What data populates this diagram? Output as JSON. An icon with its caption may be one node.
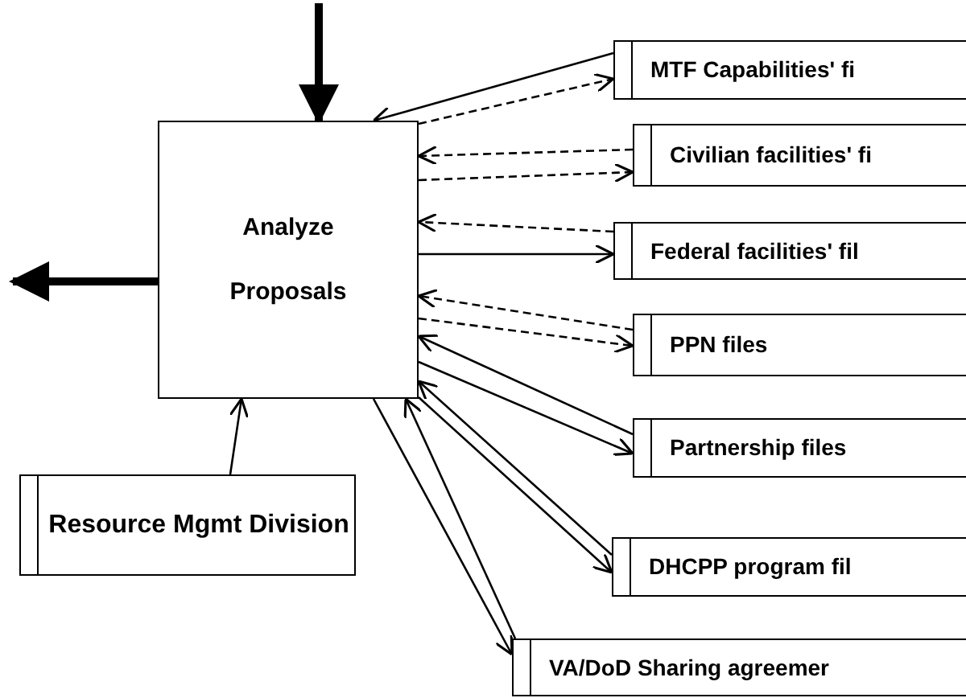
{
  "diagram": {
    "nodes": [
      {
        "text": [
          "Analyze Proposals"
        ]
      },
      {
        "text": [
          "MTF Capabilities' fi"
        ]
      },
      {
        "text": [
          "Civilian facilities' fi"
        ]
      },
      {
        "text": [
          "Federal facilities' fil"
        ]
      },
      {
        "text": [
          "PPN files"
        ]
      },
      {
        "text": [
          "Partnership files"
        ]
      },
      {
        "text": [
          "DHCPP program fil"
        ]
      },
      {
        "text": [
          "VA/DoD Sharing agreemer"
        ]
      },
      {
        "text": [
          "Resource Mgmt Division"
        ]
      }
    ],
    "edges": [
      {
        "from": null,
        "to": 0,
        "arrow": "to",
        "style": "thick"
      },
      {
        "from": 0,
        "to": null,
        "arrow": "to",
        "style": "thick"
      },
      {
        "from": 8,
        "to": 0,
        "arrow": "to"
      },
      {
        "from": 1,
        "to": 0,
        "arrow": "to"
      },
      {
        "from": 0,
        "to": 1,
        "arrow": "to",
        "style": "dashed"
      },
      {
        "from": 2,
        "to": 0,
        "arrow": "to",
        "style": "dashed"
      },
      {
        "from": 0,
        "to": 2,
        "arrow": "to",
        "style": "dashed"
      },
      {
        "from": 3,
        "to": 0,
        "arrow": "to",
        "style": "dashed"
      },
      {
        "from": 0,
        "to": 3,
        "arrow": "to"
      },
      {
        "from": 4,
        "to": 0,
        "arrow": "to",
        "style": "dashed"
      },
      {
        "from": 0,
        "to": 4,
        "arrow": "to",
        "style": "dashed"
      },
      {
        "from": 5,
        "to": 0,
        "arrow": "to"
      },
      {
        "from": 0,
        "to": 5,
        "arrow": "to"
      },
      {
        "from": 6,
        "to": 0,
        "arrow": "to"
      },
      {
        "from": 0,
        "to": 6,
        "arrow": "to"
      },
      {
        "from": 7,
        "to": 0,
        "arrow": "to"
      },
      {
        "from": 0,
        "to": 7,
        "arrow": "to"
      }
    ]
  }
}
